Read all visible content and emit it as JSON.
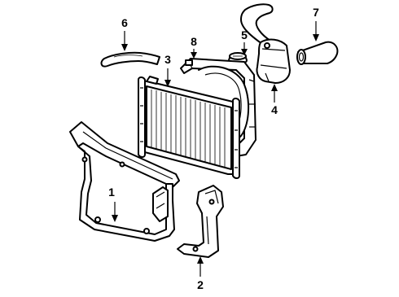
{
  "diagram": {
    "callouts": [
      {
        "id": "1",
        "part": "radiator-support"
      },
      {
        "id": "2",
        "part": "support-bracket"
      },
      {
        "id": "3",
        "part": "radiator"
      },
      {
        "id": "4",
        "part": "coolant-reservoir"
      },
      {
        "id": "5",
        "part": "radiator-cap"
      },
      {
        "id": "6",
        "part": "lower-hose"
      },
      {
        "id": "7",
        "part": "upper-hose"
      },
      {
        "id": "8",
        "part": "fan-shroud"
      }
    ]
  }
}
